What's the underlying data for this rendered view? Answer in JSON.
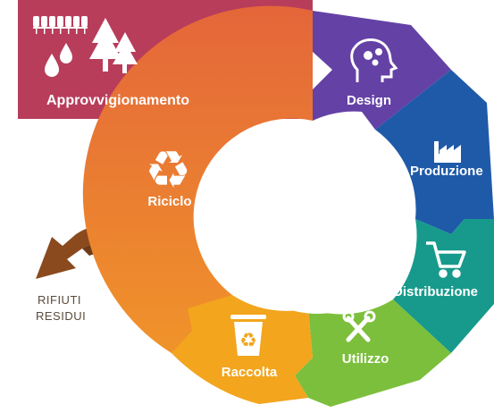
{
  "segments": {
    "approvvigionamento": {
      "label": "Approvvigionamento",
      "color": "#b83d5b",
      "icon": "resources-icon"
    },
    "design": {
      "label": "Design",
      "color": "#6441a5",
      "icon": "head-gears-icon"
    },
    "produzione": {
      "label": "Produzione",
      "color": "#1f5aa8",
      "icon": "factory-icon"
    },
    "distribuzione": {
      "label": "Distribuzione",
      "color": "#179a8b",
      "icon": "shopping-cart-icon"
    },
    "utilizzo": {
      "label": "Utilizzo",
      "color": "#7cbf3c",
      "icon": "tools-icon"
    },
    "raccolta": {
      "label": "Raccolta",
      "color": "#f2a51d",
      "icon": "recycle-bin-icon"
    },
    "riciclo": {
      "label": "Riciclo",
      "color": "#ea7a2c",
      "icon": "recycle-icon"
    }
  },
  "residual": {
    "line1": "RIFIUTI",
    "line2": "RESIDUI",
    "arrow_color": "#8a4a1e"
  }
}
